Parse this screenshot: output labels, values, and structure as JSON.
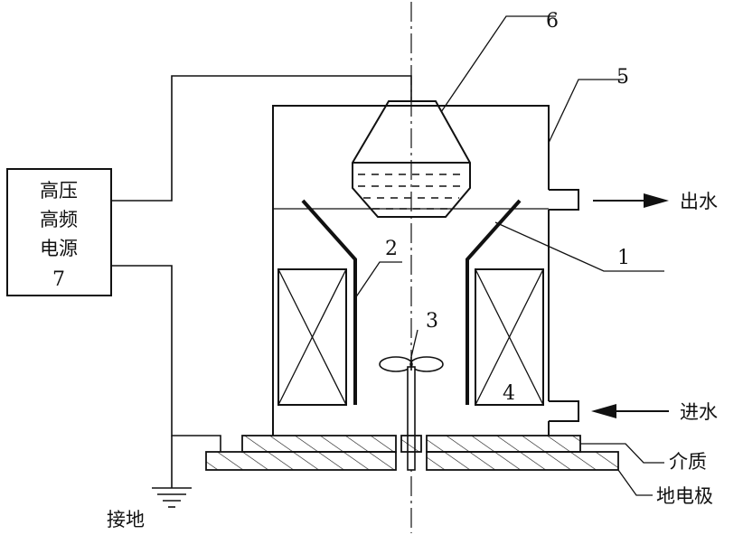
{
  "power_supply": {
    "line1": "高压",
    "line2": "高频",
    "line3": "电源",
    "number": "7"
  },
  "callouts": {
    "n1": "1",
    "n2": "2",
    "n3": "3",
    "n4": "4",
    "n5": "5",
    "n6": "6"
  },
  "flow": {
    "outlet": "出水",
    "inlet": "进水"
  },
  "labels": {
    "dielectric": "介质",
    "ground_electrode": "地电极",
    "ground": "接地"
  },
  "colors": {
    "line": "#111111",
    "background": "#ffffff"
  }
}
